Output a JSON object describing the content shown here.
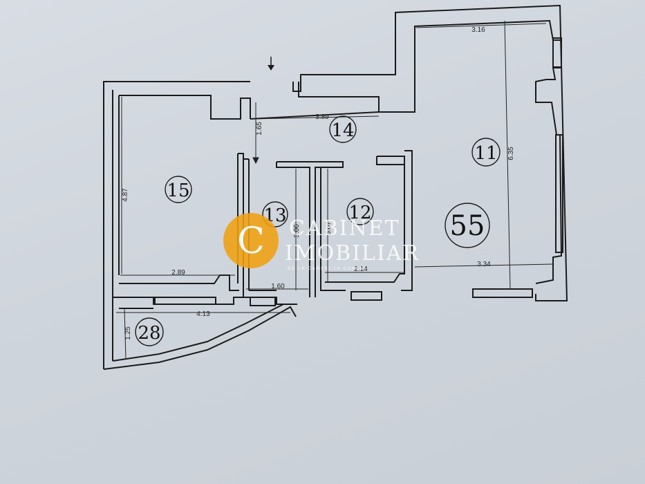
{
  "rooms": {
    "r11": "11",
    "r12": "12",
    "r13": "13",
    "r14": "14",
    "r15": "15",
    "r28": "28",
    "total": "55"
  },
  "dimensions": {
    "top_width": "3.16",
    "hall_width": "3.89",
    "hall_height": "1.65",
    "room15_height": "4.87",
    "room15_width": "2.89",
    "room13_height": "3.06",
    "room13_width": "1.60",
    "room12_height": "3.07",
    "room12_width": "2.14",
    "room11_height": "6.35",
    "room11_width": "3.34",
    "balcony_width": "4.13",
    "balcony_height": "1.25"
  },
  "watermark": {
    "line1": "CABINET",
    "line2": "IMOBILIAR",
    "tagline": "DE LA OAMENI LA OAMENI",
    "logo_letter": "C",
    "logo_color": "#f0a010"
  },
  "colors": {
    "paper": "#cfd5dc",
    "wall": "#1a1a1a"
  }
}
